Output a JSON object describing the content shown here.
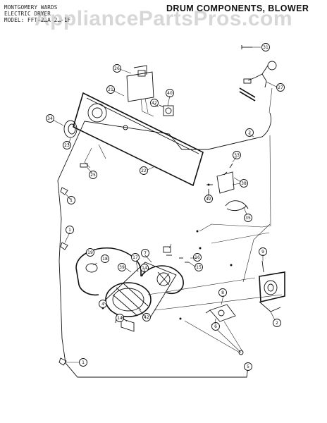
{
  "header": {
    "brand": "MONTGOMERY WARDS",
    "product": "ELECTRIC DRYER",
    "model": "MODEL: FFT-2…A 2…-1F"
  },
  "title": "DRUM COMPONENTS, BLOWER",
  "watermark": "AppliancePartsPros.com",
  "callouts": [
    "31",
    "27",
    "26",
    "21",
    "40",
    "42",
    "3",
    "34",
    "33",
    "22",
    "25",
    "23",
    "38",
    "42",
    "35",
    "1",
    "1",
    "19",
    "18",
    "7",
    "39",
    "17",
    "16",
    "14",
    "15",
    "14",
    "9",
    "4",
    "42",
    "8",
    "6",
    "2",
    "5",
    "1"
  ]
}
